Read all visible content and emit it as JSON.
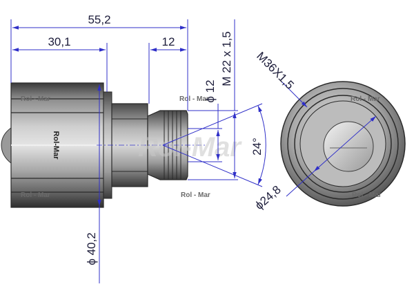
{
  "dimensions": {
    "overall_length": "55,2",
    "body_length": "30,1",
    "nut_length": "12",
    "bore_diameter": "ϕ 12",
    "thread_small": "M 22 x 1,5",
    "thread_large": "M36X1,5",
    "angle": "24°",
    "face_diameter": "ϕ24,8",
    "body_diameter": "ϕ 40,2"
  },
  "watermark": {
    "main": "Rol-Mar",
    "small": "Rol - Mar"
  },
  "body_brand": "Rol-Mar",
  "colors": {
    "dimension_line": "#2f2fc8",
    "metal_light": "#d6d6d6",
    "metal_dark": "#3e3e3e"
  }
}
